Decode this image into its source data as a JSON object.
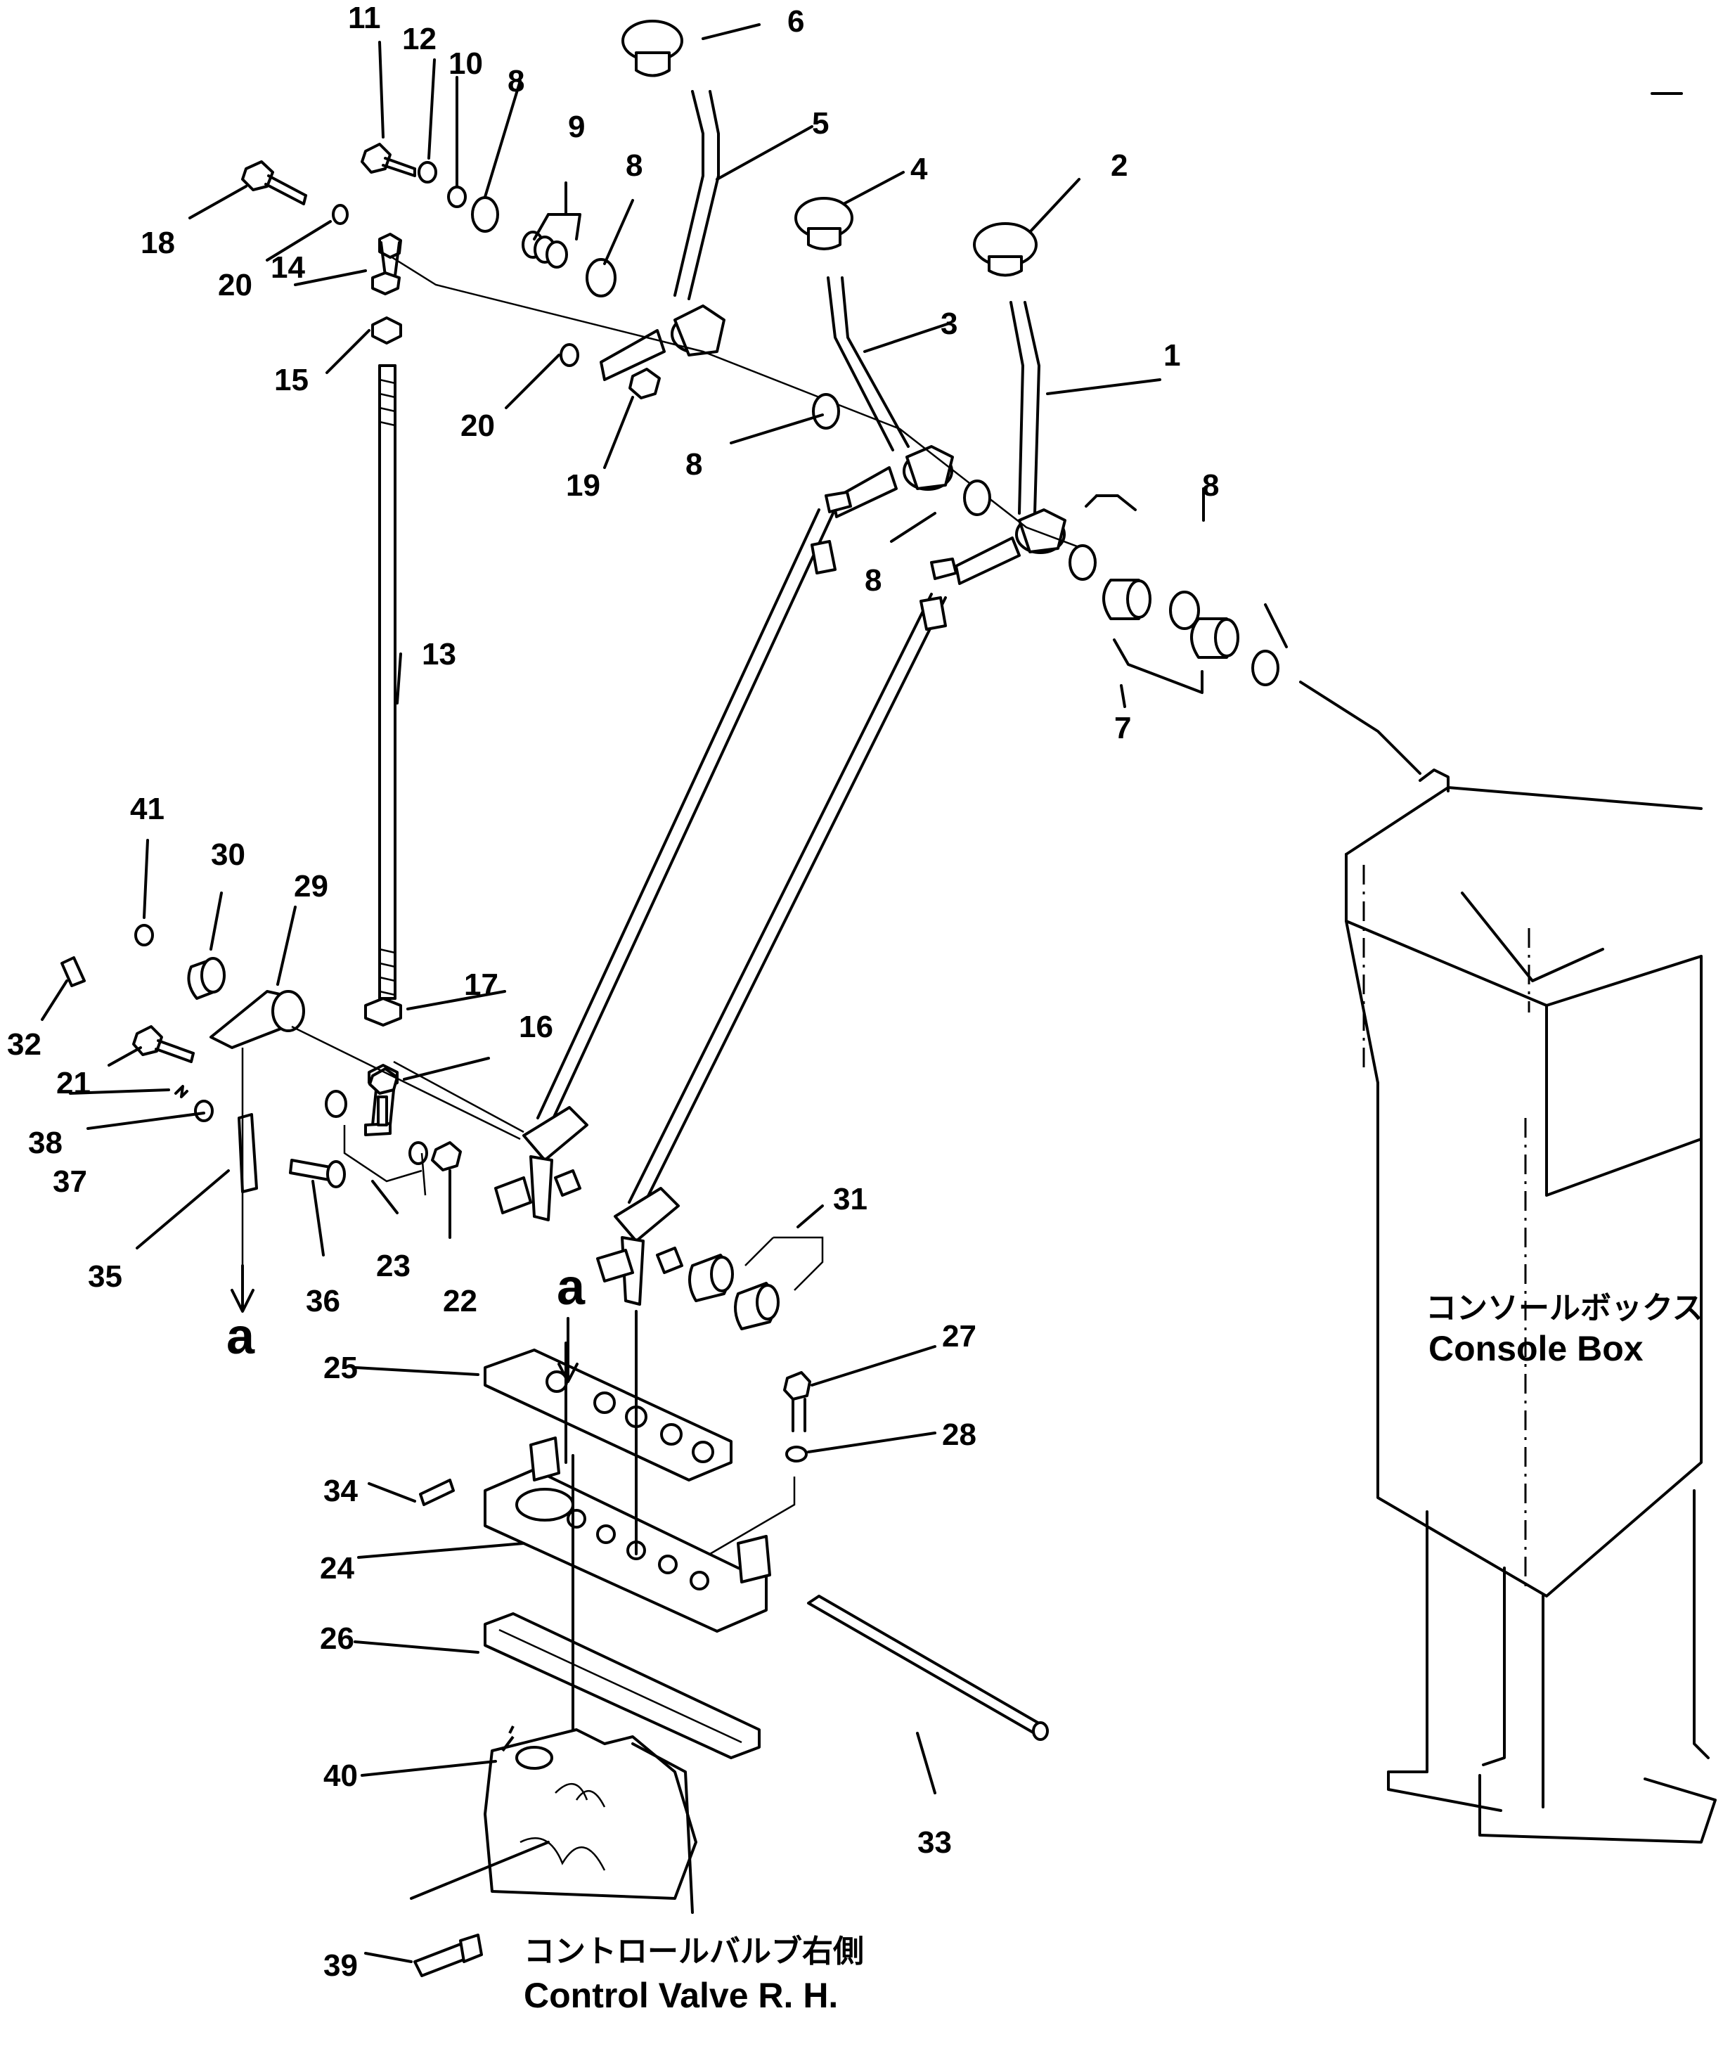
{
  "callouts": [
    {
      "label": "1"
    },
    {
      "label": "2"
    },
    {
      "label": "3"
    },
    {
      "label": "4"
    },
    {
      "label": "5"
    },
    {
      "label": "6"
    },
    {
      "label": "7"
    },
    {
      "label": "8"
    },
    {
      "label": "8"
    },
    {
      "label": "8"
    },
    {
      "label": "8"
    },
    {
      "label": "8"
    },
    {
      "label": "9"
    },
    {
      "label": "10"
    },
    {
      "label": "11"
    },
    {
      "label": "12"
    },
    {
      "label": "13"
    },
    {
      "label": "14"
    },
    {
      "label": "15"
    },
    {
      "label": "16"
    },
    {
      "label": "17"
    },
    {
      "label": "18"
    },
    {
      "label": "19"
    },
    {
      "label": "20"
    },
    {
      "label": "20"
    },
    {
      "label": "21"
    },
    {
      "label": "22"
    },
    {
      "label": "23"
    },
    {
      "label": "24"
    },
    {
      "label": "25"
    },
    {
      "label": "26"
    },
    {
      "label": "27"
    },
    {
      "label": "28"
    },
    {
      "label": "29"
    },
    {
      "label": "30"
    },
    {
      "label": "31"
    },
    {
      "label": "32"
    },
    {
      "label": "33"
    },
    {
      "label": "34"
    },
    {
      "label": "35"
    },
    {
      "label": "36"
    },
    {
      "label": "37"
    },
    {
      "label": "38"
    },
    {
      "label": "39"
    },
    {
      "label": "40"
    },
    {
      "label": "41"
    }
  ],
  "markers": {
    "a_upper": "a",
    "a_lower": "a"
  },
  "labels": {
    "console_box_jp": "コンソールボックス",
    "console_box_en": "Console Box",
    "control_valve_jp": "コントロールバルブ右側",
    "control_valve_en": "Control Valve R. H."
  }
}
